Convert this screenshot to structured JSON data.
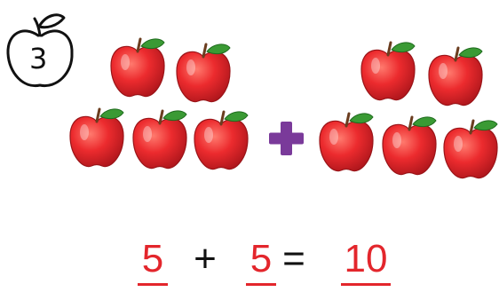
{
  "problem": {
    "number": "3",
    "colors": {
      "apple": "#e8262b",
      "leaf": "#2e8b2e",
      "plus": "#7a3a9a",
      "answer": "#e3262c"
    },
    "left_group": {
      "count": 5
    },
    "right_group": {
      "count": 5
    },
    "equation": {
      "a": "5",
      "plus": "+",
      "b": "5",
      "equals": "=",
      "result": "10"
    }
  }
}
